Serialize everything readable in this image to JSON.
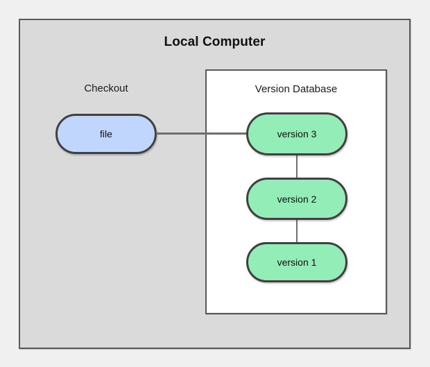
{
  "diagram": {
    "title": "Local Computer",
    "groups": {
      "checkout": {
        "label": "Checkout",
        "node": {
          "label": "file",
          "fill": "#c0d6fc",
          "stroke": "#404040"
        }
      },
      "version_database": {
        "label": "Version Database",
        "fill": "#ffffff",
        "stroke": "#595959",
        "nodes": [
          {
            "label": "version 3",
            "fill": "#93edb6",
            "stroke": "#404040"
          },
          {
            "label": "version 2",
            "fill": "#93edb6",
            "stroke": "#404040"
          },
          {
            "label": "version 1",
            "fill": "#93edb6",
            "stroke": "#404040"
          }
        ]
      }
    },
    "connections": [
      {
        "from": "file",
        "to": "version 3",
        "orientation": "horizontal"
      },
      {
        "from": "version 3",
        "to": "version 2",
        "orientation": "vertical"
      },
      {
        "from": "version 2",
        "to": "version 1",
        "orientation": "vertical"
      }
    ],
    "colors": {
      "page_background": "#f0f0f0",
      "container_fill": "#dadada",
      "container_stroke": "#595959",
      "connector": "#6e6e6e",
      "text": "#101010"
    }
  }
}
